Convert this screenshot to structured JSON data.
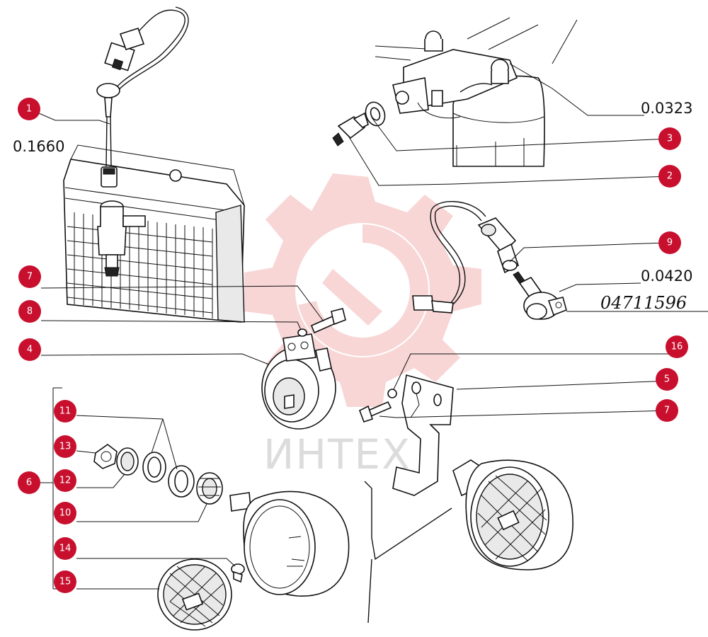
{
  "watermark": {
    "text": "ИНТЕХ",
    "logo_color": "#f4b6b6"
  },
  "reference_codes": {
    "radiator": "0.1660",
    "top_right": "0.0323",
    "sensor": "0.0420",
    "handwritten": "04711596"
  },
  "callouts": [
    {
      "id": "c1",
      "label": "1"
    },
    {
      "id": "c2",
      "label": "2"
    },
    {
      "id": "c3",
      "label": "3"
    },
    {
      "id": "c4",
      "label": "4"
    },
    {
      "id": "c5",
      "label": "5"
    },
    {
      "id": "c6",
      "label": "6"
    },
    {
      "id": "c7a",
      "label": "7"
    },
    {
      "id": "c7b",
      "label": "7"
    },
    {
      "id": "c8",
      "label": "8"
    },
    {
      "id": "c9",
      "label": "9"
    },
    {
      "id": "c10",
      "label": "10"
    },
    {
      "id": "c11",
      "label": "11"
    },
    {
      "id": "c12",
      "label": "12"
    },
    {
      "id": "c13",
      "label": "13"
    },
    {
      "id": "c14",
      "label": "14"
    },
    {
      "id": "c15",
      "label": "15"
    },
    {
      "id": "c16",
      "label": "16"
    }
  ],
  "colors": {
    "callout_badge": "#c8102e",
    "line_art": "#111111",
    "watermark_logo": "#f4b6b6",
    "watermark_text": "#dcdcdc"
  }
}
